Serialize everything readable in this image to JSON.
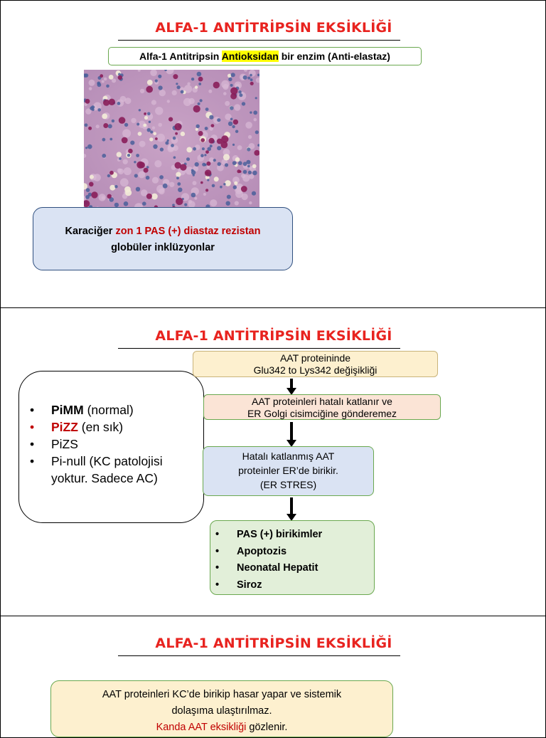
{
  "slide1": {
    "title": "ALFA-1 ANTİTRİPSİN EKSİKLİĞİ",
    "subtitle_part1": "Alfa-1 Antitripsin ",
    "subtitle_highlight": "Antioksidan",
    "subtitle_part2": " bir enzim (Anti-elastaz)",
    "caption_part1": "Karaciğer ",
    "caption_red": "zon 1 PAS (+) diastaz rezistan",
    "caption_part2": "globüler inklüzyonlar"
  },
  "slide2": {
    "title": "ALFA-1 ANTİTRİPSİN EKSİKLİĞİ",
    "phenotypes": [
      {
        "bold": "PiMM",
        "rest": " (normal)",
        "red": false
      },
      {
        "bold": "PiZZ",
        "rest": " (en sık)",
        "red": true
      },
      {
        "bold": "",
        "rest": "PiZS",
        "red": false
      },
      {
        "bold": "",
        "rest": "Pi-null (KC patolojisi yoktur. Sadece AC)",
        "red": false
      }
    ],
    "flow1_line1": "AAT proteininde",
    "flow1_line2": "Glu342 to Lys342 değişikliği",
    "flow2_line1": "AAT proteinleri hatalı katlanır ve",
    "flow2_line2": "ER Golgi cisimciğine gönderemez",
    "flow3_line1": "Hatalı katlanmış AAT",
    "flow3_line2": "proteinler ER’de birikir.",
    "flow3_line3": "(ER STRES)",
    "outcomes": [
      "PAS (+) birikimler",
      "Apoptozis",
      "Neonatal Hepatit",
      "Siroz"
    ]
  },
  "slide3": {
    "title": "ALFA-1 ANTİTRİPSİN EKSİKLİĞİ",
    "box_line1": "AAT proteinleri KC’de birikip hasar yapar ve sistemik",
    "box_line2": "dolaşıma ulaştırılmaz.",
    "box_line3_red": "Kanda AAT eksikliği",
    "box_line3_rest": " gözlenir."
  },
  "colors": {
    "title_red": "#e8231f",
    "highlight": "#ffff00",
    "caption_box_fill": "#dae3f3",
    "caption_box_border": "#2f4f7f",
    "flow1_fill": "#fdf0cf",
    "flow2_fill": "#fbe4d6",
    "flow3_fill": "#dae3f3",
    "flow4_fill": "#e2efd9",
    "pheno_border": "#6aa84f"
  }
}
